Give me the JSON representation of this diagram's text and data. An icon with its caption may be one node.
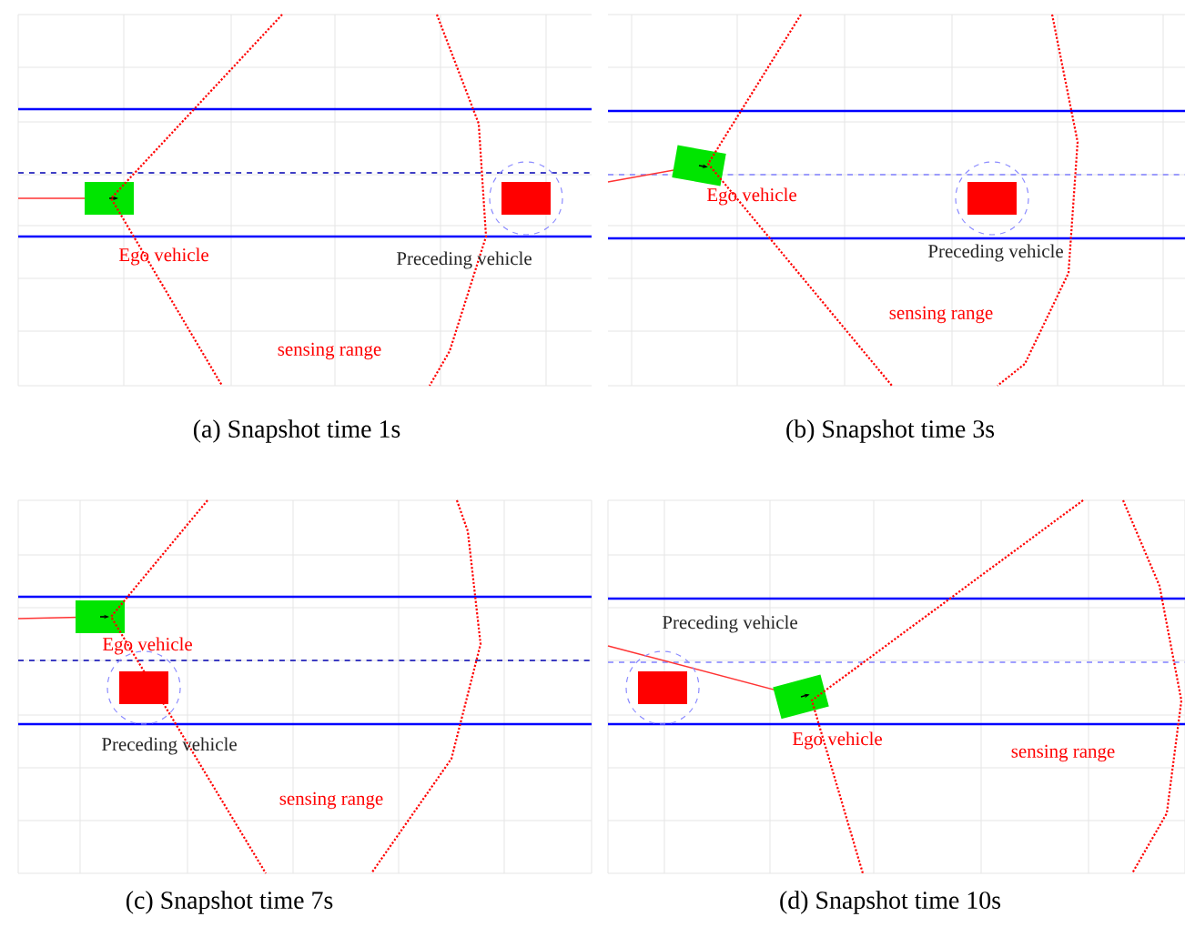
{
  "diagram": {
    "labels": [
      "Ego vehicle",
      "Preceding vehicle",
      "sensing range",
      "(a) Snapshot time 1s",
      "Ego vehicle",
      "Preceding vehicle",
      "sensing range",
      "(b) Snapshot time 3s",
      "Ego vehicle",
      "Preceding vehicle",
      "sensing range",
      "(c) Snapshot time 7s",
      "Preceding vehicle",
      "Ego vehicle",
      "sensing range",
      "(d) Snapshot time 10s"
    ]
  }
}
